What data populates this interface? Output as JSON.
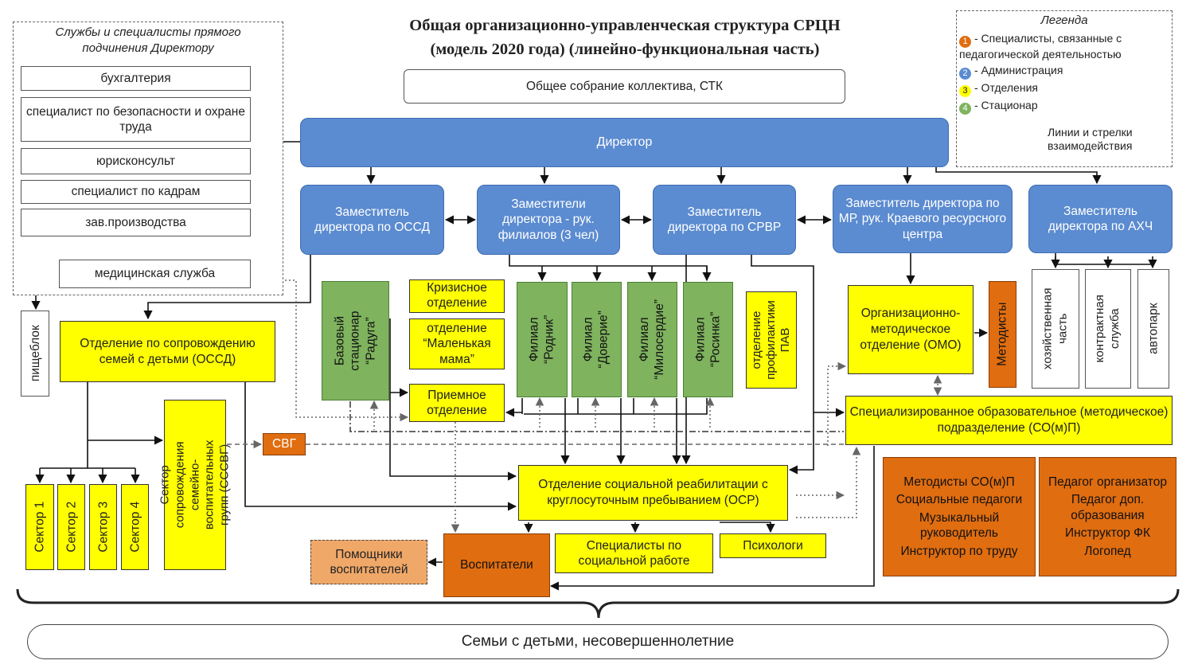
{
  "title": {
    "line1": "Общая организационно-управленческая структура СРЦН",
    "line2": "(модель 2020 года) (линейно-функциональная часть)"
  },
  "direct_panel": {
    "title_line1": "Службы и специалисты прямого",
    "title_line2": "подчинения Директору",
    "items": [
      "бухгалтерия",
      "специалист по безопасности и охране труда",
      "юрисконсульт",
      "специалист по кадрам",
      "зав.производства",
      "медицинская служба"
    ]
  },
  "legend": {
    "title": "Легенда",
    "item1": "- Специалисты, связанные с",
    "item1b": "педагогической деятельностью",
    "item2": "- Администрация",
    "item3": "- Отделения",
    "item4": "- Стационар",
    "lines_label_1": "Линии и стрелки",
    "lines_label_2": "взаимодействия",
    "nums": [
      "1",
      "2",
      "3",
      "4"
    ],
    "num_colors": [
      "#e06d10",
      "#5b8bd0",
      "#ffff00",
      "#7fb35e"
    ]
  },
  "general_meeting": "Общее собрание коллектива, СТК",
  "director": "Директор",
  "deputies": {
    "ossd": "Заместитель директора по ОССД",
    "branches": "Заместители директора - рук. филиалов (3 чел)",
    "srvr": "Заместитель директора по СРВР",
    "mr": "Заместитель директора по МР, рук. Краевого ресурсного центра",
    "ahch": "Заместитель директора по АХЧ"
  },
  "pishcheblok": "пищеблок",
  "ossd_dept": "Отделение по сопровождению семей с детьми (ОССД)",
  "sectors": [
    "Сектор 1",
    "Сектор 2",
    "Сектор 3",
    "Сектор 4"
  ],
  "sssvg": "Сектор сопровождения семейно-воспитательных групп (СССВГ)",
  "svg": "СВГ",
  "base_stationary": "Базовый стационар “Радуга”",
  "crisis": "Кризисное отделение",
  "little_mama": "отделение “Маленькая мама”",
  "reception": "Приемное отделение",
  "branches": [
    "Филиал “Родник”",
    "Филиал “Доверие”",
    "Филиал “Милосердие”",
    "Филиал “Росинка”"
  ],
  "pav": "отделение профилактики ПАВ",
  "omo": "Организационно-методическое отделение (ОМО)",
  "methodists": "Методисты",
  "ahch_units": [
    "хозяйственная часть",
    "контрактная служба",
    "автопарк"
  ],
  "somp": "Специализированное образовательное (методическое) подразделение (СО(м)П)",
  "somp_staff_left": [
    "Методисты СО(м)П",
    "Социальные педагоги",
    "Музыкальный руководитель",
    "Инструктор по труду"
  ],
  "somp_staff_right": [
    "Педагог организатор",
    "Педагог доп. образования",
    "Инструктор ФК",
    "Логопед"
  ],
  "osr": "Отделение социальной реабилитации с круглосуточным пребыванием (ОСР)",
  "assistants": "Помощники воспитателей",
  "educators": "Воспитатели",
  "social_specialists": "Специалисты по социальной работе",
  "psychologists": "Психологи",
  "families": "Семьи с детьми, несовершеннолетние"
}
